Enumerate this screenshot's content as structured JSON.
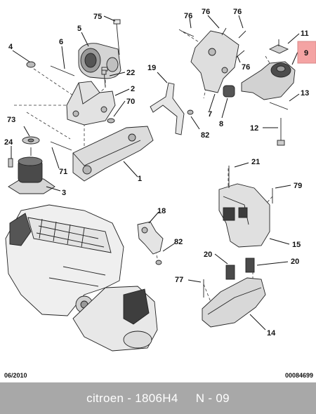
{
  "diagram": {
    "part_numbers": [
      "75",
      "76",
      "76",
      "76",
      "4",
      "6",
      "5",
      "11",
      "9",
      "22",
      "2",
      "19",
      "76",
      "13",
      "73",
      "70",
      "7",
      "8",
      "82",
      "12",
      "24",
      "71",
      "1",
      "3",
      "21",
      "79",
      "18",
      "15",
      "82",
      "20",
      "20",
      "77",
      "14"
    ],
    "highlighted_part": "9",
    "highlight_color": "#f4a3a3"
  },
  "meta": {
    "date": "06/2010",
    "code": "00084699"
  },
  "footer": {
    "text": "citroen - 1806H4     N - 09",
    "background": "#a8a8a8"
  }
}
